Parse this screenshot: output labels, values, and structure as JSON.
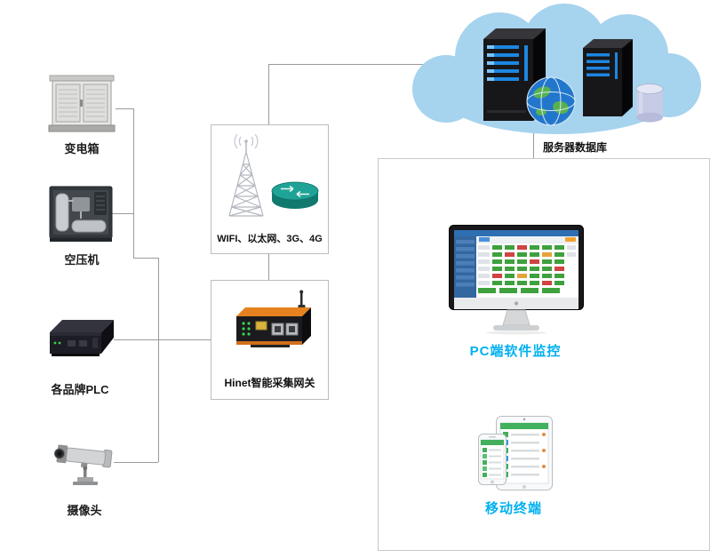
{
  "diagram": {
    "left_devices": [
      {
        "id": "transformer",
        "label": "变电箱",
        "icon": "transformer-cabinet-icon"
      },
      {
        "id": "compressor",
        "label": "空压机",
        "icon": "air-compressor-icon"
      },
      {
        "id": "plc",
        "label": "各品牌PLC",
        "icon": "plc-device-icon"
      },
      {
        "id": "camera",
        "label": "摄像头",
        "icon": "cctv-camera-icon"
      }
    ],
    "network_box": {
      "label": "WIFI、以太网、3G、4G",
      "icons": [
        "signal-tower-icon",
        "router-icon"
      ]
    },
    "gateway_box": {
      "label": "Hinet智能采集网关",
      "icon": "gateway-device-icon"
    },
    "cloud": {
      "label": "服务器数据库",
      "icons": [
        "server-tower-icon",
        "server-tower-icon",
        "globe-icon",
        "database-cylinder-icon"
      ]
    },
    "monitor_panel": {
      "pc_label": "PC端软件监控",
      "pc_icon": "imac-monitor-icon",
      "mobile_label": "移动终端",
      "mobile_icons": [
        "tablet-icon",
        "smartphone-icon"
      ]
    },
    "colors": {
      "accent_cyan": "#00b0f0",
      "cloud_blue": "#a6d3ee",
      "connector_gray": "#9b9b9b",
      "gateway_orange": "#e5821f",
      "server_led_blue": "#1e86e0",
      "dashboard_green": "#3ea13e",
      "alert_red": "#cf4343"
    }
  }
}
